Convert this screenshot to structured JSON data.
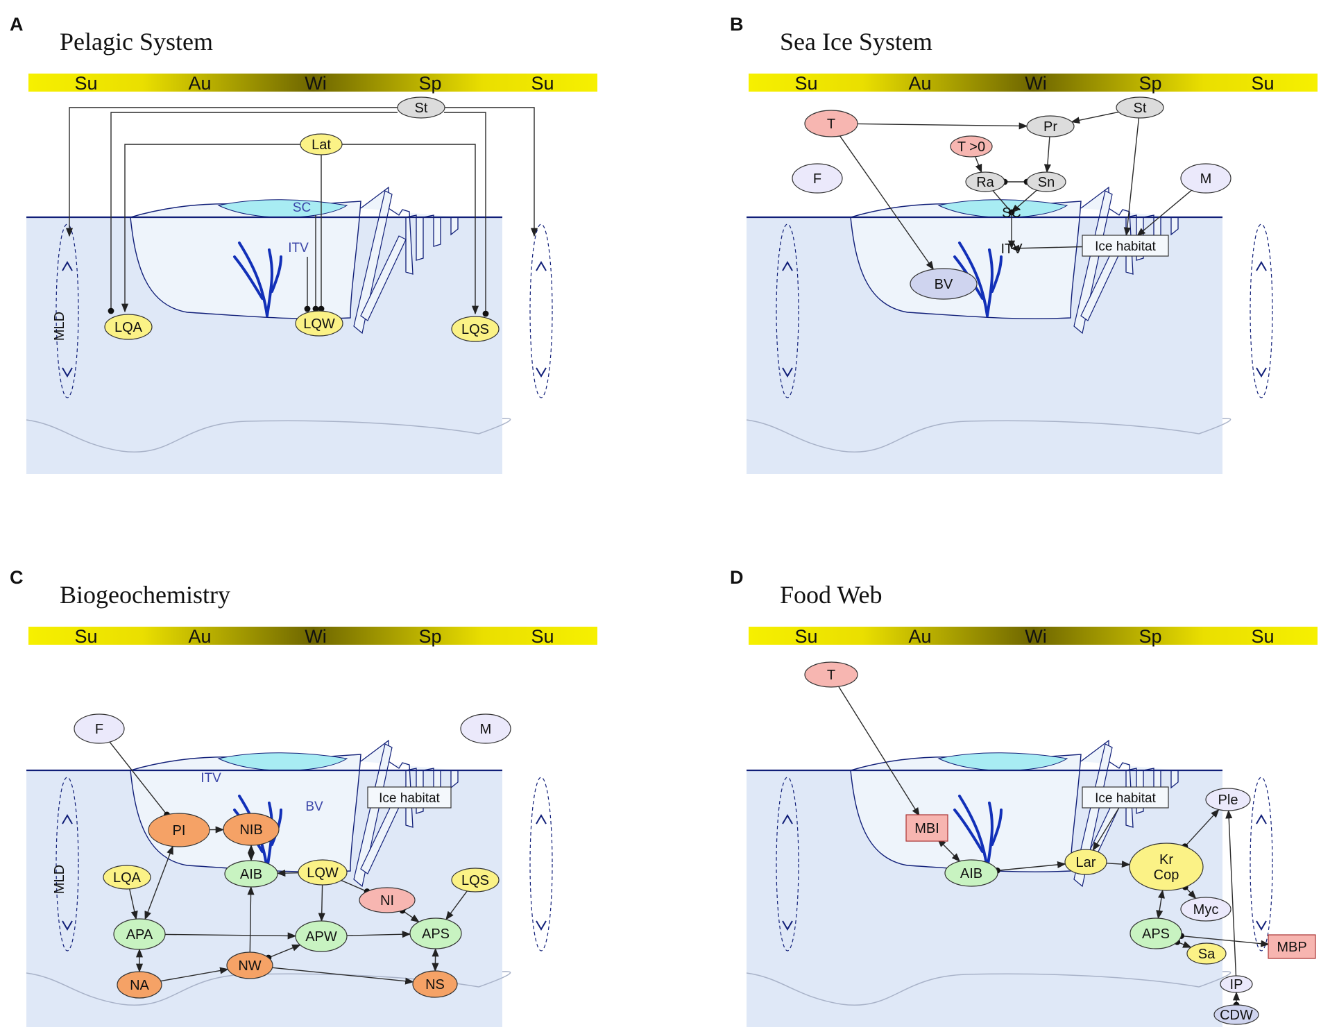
{
  "colors": {
    "summer": "#f6f000",
    "winter": "#6e6600",
    "water": "#dfe8f7",
    "ice": "#eef4fb",
    "snow": "#a8ecf3",
    "surface_line": "#101e78",
    "brine": "#1230b8",
    "yellow_node": "#fbf286",
    "gray_node": "#dcdcdc",
    "red_node": "#f7b6b1",
    "lavender_node": "#ebe9fb",
    "green_node": "#c8f3c1",
    "orange_node": "#f5a266",
    "blue_node": "#cfd4ef",
    "pink_box": "#f7b5b0"
  },
  "season_labels": [
    "Su",
    "Au",
    "Wi",
    "Sp",
    "Su"
  ],
  "panels": [
    {
      "id": "A",
      "label": "A",
      "title": "Pelagic System",
      "nodes": [
        {
          "id": "St",
          "text": "St",
          "kind": "gray"
        },
        {
          "id": "Lat",
          "text": "Lat",
          "kind": "yellow"
        },
        {
          "id": "LQA",
          "text": "LQA",
          "kind": "yellow"
        },
        {
          "id": "LQW",
          "text": "LQW",
          "kind": "yellow"
        },
        {
          "id": "LQS",
          "text": "LQS",
          "kind": "yellow"
        }
      ],
      "labels": [
        {
          "id": "SC",
          "text": "SC"
        },
        {
          "id": "ITV",
          "text": "ITV"
        },
        {
          "id": "MLD",
          "text": "MLD"
        }
      ]
    },
    {
      "id": "B",
      "label": "B",
      "title": "Sea Ice System",
      "nodes": [
        {
          "id": "T",
          "text": "T",
          "kind": "red"
        },
        {
          "id": "Pr",
          "text": "Pr",
          "kind": "gray"
        },
        {
          "id": "St",
          "text": "St",
          "kind": "gray"
        },
        {
          "id": "T0",
          "text": "T >0",
          "kind": "red"
        },
        {
          "id": "Ra",
          "text": "Ra",
          "kind": "gray"
        },
        {
          "id": "Sn",
          "text": "Sn",
          "kind": "gray"
        },
        {
          "id": "F",
          "text": "F",
          "kind": "lavender"
        },
        {
          "id": "M",
          "text": "M",
          "kind": "lavender"
        },
        {
          "id": "SC",
          "text": "SC",
          "kind": "text"
        },
        {
          "id": "ITV",
          "text": "ITV",
          "kind": "text"
        },
        {
          "id": "BV",
          "text": "BV",
          "kind": "blue"
        },
        {
          "id": "IceHab",
          "text": "Ice habitat",
          "kind": "box"
        }
      ]
    },
    {
      "id": "C",
      "label": "C",
      "title": "Biogeochemistry",
      "nodes": [
        {
          "id": "F",
          "text": "F",
          "kind": "lavender"
        },
        {
          "id": "M",
          "text": "M",
          "kind": "lavender"
        },
        {
          "id": "PI",
          "text": "PI",
          "kind": "orange"
        },
        {
          "id": "NIB",
          "text": "NIB",
          "kind": "orange"
        },
        {
          "id": "AIB",
          "text": "AIB",
          "kind": "green"
        },
        {
          "id": "LQW",
          "text": "LQW",
          "kind": "yellow"
        },
        {
          "id": "LQA",
          "text": "LQA",
          "kind": "yellow"
        },
        {
          "id": "LQS",
          "text": "LQS",
          "kind": "yellow"
        },
        {
          "id": "NI",
          "text": "NI",
          "kind": "red"
        },
        {
          "id": "APA",
          "text": "APA",
          "kind": "green"
        },
        {
          "id": "APW",
          "text": "APW",
          "kind": "green"
        },
        {
          "id": "APS",
          "text": "APS",
          "kind": "green"
        },
        {
          "id": "NA",
          "text": "NA",
          "kind": "orange"
        },
        {
          "id": "NW",
          "text": "NW",
          "kind": "orange"
        },
        {
          "id": "NS",
          "text": "NS",
          "kind": "orange"
        },
        {
          "id": "IceHab",
          "text": "Ice habitat",
          "kind": "box"
        }
      ],
      "labels": [
        {
          "id": "ITV",
          "text": "ITV"
        },
        {
          "id": "BV",
          "text": "BV"
        },
        {
          "id": "MLD",
          "text": "MLD"
        }
      ]
    },
    {
      "id": "D",
      "label": "D",
      "title": "Food Web",
      "nodes": [
        {
          "id": "T",
          "text": "T",
          "kind": "red"
        },
        {
          "id": "MBI",
          "text": "MBI",
          "kind": "pinkbox"
        },
        {
          "id": "AIB",
          "text": "AIB",
          "kind": "green"
        },
        {
          "id": "Lar",
          "text": "Lar",
          "kind": "yellow"
        },
        {
          "id": "KrCop",
          "text": "Kr\nCop",
          "kind": "yellow"
        },
        {
          "id": "Ple",
          "text": "Ple",
          "kind": "lavender"
        },
        {
          "id": "Myc",
          "text": "Myc",
          "kind": "lavender"
        },
        {
          "id": "APS",
          "text": "APS",
          "kind": "green"
        },
        {
          "id": "Sa",
          "text": "Sa",
          "kind": "yellow"
        },
        {
          "id": "MBP",
          "text": "MBP",
          "kind": "pinkbox"
        },
        {
          "id": "IP",
          "text": "IP",
          "kind": "lavender"
        },
        {
          "id": "CDW",
          "text": "CDW",
          "kind": "blue"
        },
        {
          "id": "IceHab",
          "text": "Ice habitat",
          "kind": "box"
        }
      ]
    }
  ]
}
